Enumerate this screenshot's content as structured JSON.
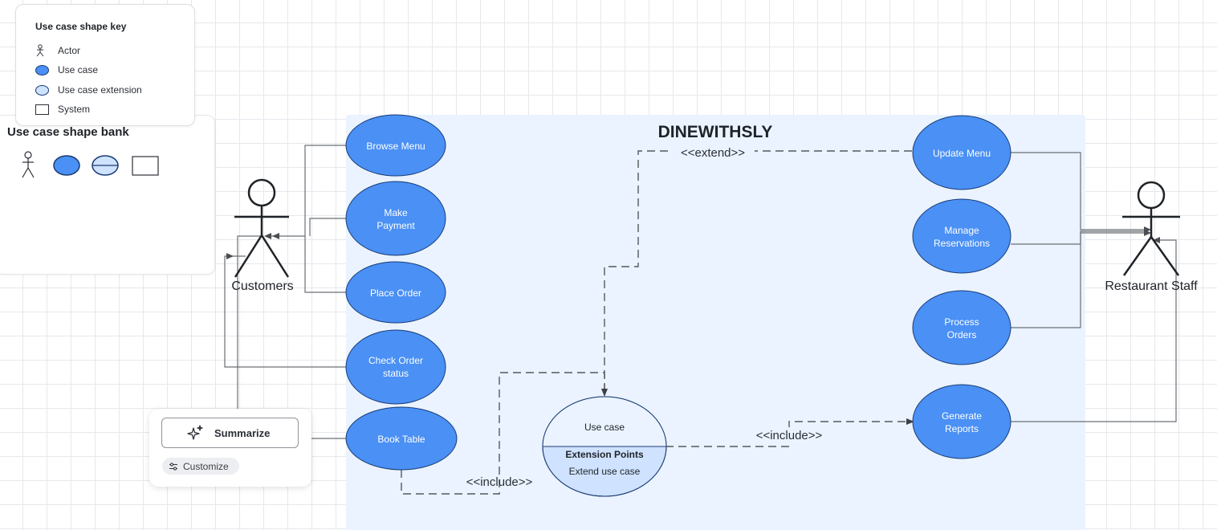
{
  "legend": {
    "title": "Use case shape key",
    "items": [
      {
        "symbol": "actor-icon",
        "label": "Actor"
      },
      {
        "symbol": "use-case-icon",
        "label": "Use case"
      },
      {
        "symbol": "use-case-extension-icon",
        "label": "Use case extension"
      },
      {
        "symbol": "system-icon",
        "label": "System"
      }
    ]
  },
  "shape_bank": {
    "title": "Use case shape bank",
    "items": [
      "actor-icon",
      "use-case-icon",
      "use-case-extension-icon",
      "system-icon"
    ]
  },
  "system": {
    "title": "DINEWITHSLY"
  },
  "actors": {
    "left": "Customers",
    "right": "Restaurant Staff"
  },
  "use_cases": {
    "browse_menu": "Browse Menu",
    "make_payment": [
      "Make",
      "Payment"
    ],
    "place_order": "Place Order",
    "check_order_status": [
      "Check Order",
      "status"
    ],
    "book_table": "Book Table",
    "update_menu": "Update Menu",
    "manage_reservations": [
      "Manage",
      "Reservations"
    ],
    "process_orders": [
      "Process",
      "Orders"
    ],
    "generate_reports": [
      "Generate",
      "Reports"
    ]
  },
  "extension_use_case": {
    "title": "Use case",
    "points_header": "Extension Points",
    "point": "Extend use case"
  },
  "relations": {
    "extend": "<<extend>>",
    "include_bottom": "<<include>>",
    "include_right": "<<include>>"
  },
  "toolbar": {
    "summarize_label": "Summarize",
    "customize_label": "Customize"
  },
  "colors": {
    "use_case_fill": "#4a90f5",
    "use_case_stroke": "#1a3b73",
    "extension_fill": "#cfe2ff",
    "system_fill": "#eaf3ff",
    "line": "#6b6f75"
  }
}
